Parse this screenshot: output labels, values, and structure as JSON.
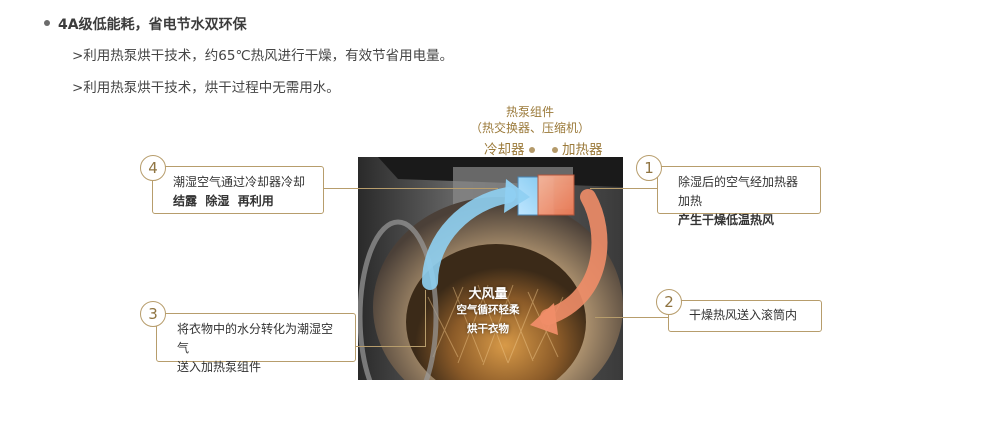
{
  "header": {
    "title": "4A级低能耗，省电节水双环保",
    "point1": ">利用热泵烘干技术，约65℃热风进行干燥，有效节省用电量。",
    "point2": ">利用热泵烘干技术，烘干过程中无需用水。"
  },
  "heat_pump": {
    "label": "热泵组件",
    "sub": "（热交换器、压缩机）",
    "cooler": "冷却器",
    "heater": "加热器"
  },
  "steps": {
    "s1": {
      "num": "1",
      "line1": "除湿后的空气经加热器加热",
      "line2": "产生干燥低温热风"
    },
    "s2": {
      "num": "2",
      "line1": "干燥热风送入滚筒内"
    },
    "s3": {
      "num": "3",
      "line1": "将衣物中的水分转化为潮湿空气",
      "line2": "送入加热泵组件"
    },
    "s4": {
      "num": "4",
      "line1": "潮湿空气通过冷却器冷却",
      "line2": "结露  除湿  再利用"
    }
  },
  "center": {
    "title": "大风量",
    "line1": "空气循环轻柔",
    "line2": "烘干衣物"
  },
  "colors": {
    "gold": "#b79d6c",
    "cool_arrow": "#8fd0f2",
    "hot_arrow": "#f08d68"
  }
}
